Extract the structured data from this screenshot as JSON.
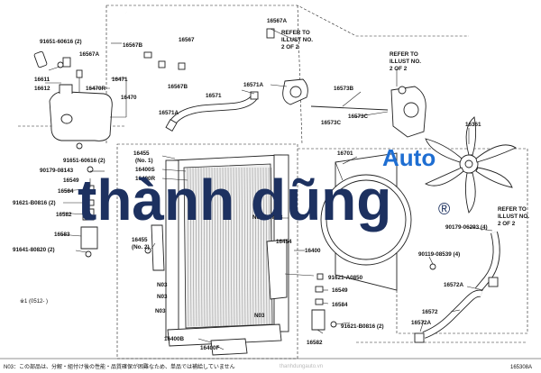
{
  "diagram": {
    "part_labels": [
      "16567A",
      "16567",
      "16567B",
      "16567A",
      "16471",
      "16470R",
      "16567B",
      "16611",
      "16612",
      "16470",
      "16571",
      "16571A",
      "16571A",
      "16573B",
      "16573C",
      "16573C",
      "16361",
      "16701",
      "16455",
      "(No. 1)",
      "16400S",
      "16400R",
      "16455",
      "(No. 2)",
      "16454",
      "16400",
      "16549",
      "16584",
      "16582",
      "16583",
      "16549",
      "16584",
      "16582",
      "16400B",
      "16400F",
      "16572A",
      "16572",
      "16572A",
      "N03",
      "N03",
      "N03",
      "N03",
      "N03",
      "N03",
      "91651-60616 (2)",
      "91651-60616 (2)",
      "90179-08143",
      "91621-B0816 (2)",
      "91641-80820 (2)",
      "90179-06293 (4)",
      "90119-08539 (4)",
      "91621-A0850",
      "91621-B0816 (2)"
    ],
    "refer_notes": [
      [
        "REFER TO",
        "ILLUST NO.",
        "2 OF 2"
      ],
      [
        "REFER TO",
        "ILLUST NO.",
        "2 OF 2"
      ],
      [
        "REFER TO",
        "ILLUST NO.",
        "2 OF 2"
      ]
    ],
    "applicability_note": "※1 (0512-   )",
    "footnote": "N03：この部品は、分解・組付け後の性能・品質確保が困難なため、単品では補給していません",
    "figure_id": "165308A",
    "watermark_brand": "thành dũng",
    "watermark_auto": "Auto",
    "watermark_registered": "®",
    "watermark_site": "thanhdungauto.vn"
  }
}
